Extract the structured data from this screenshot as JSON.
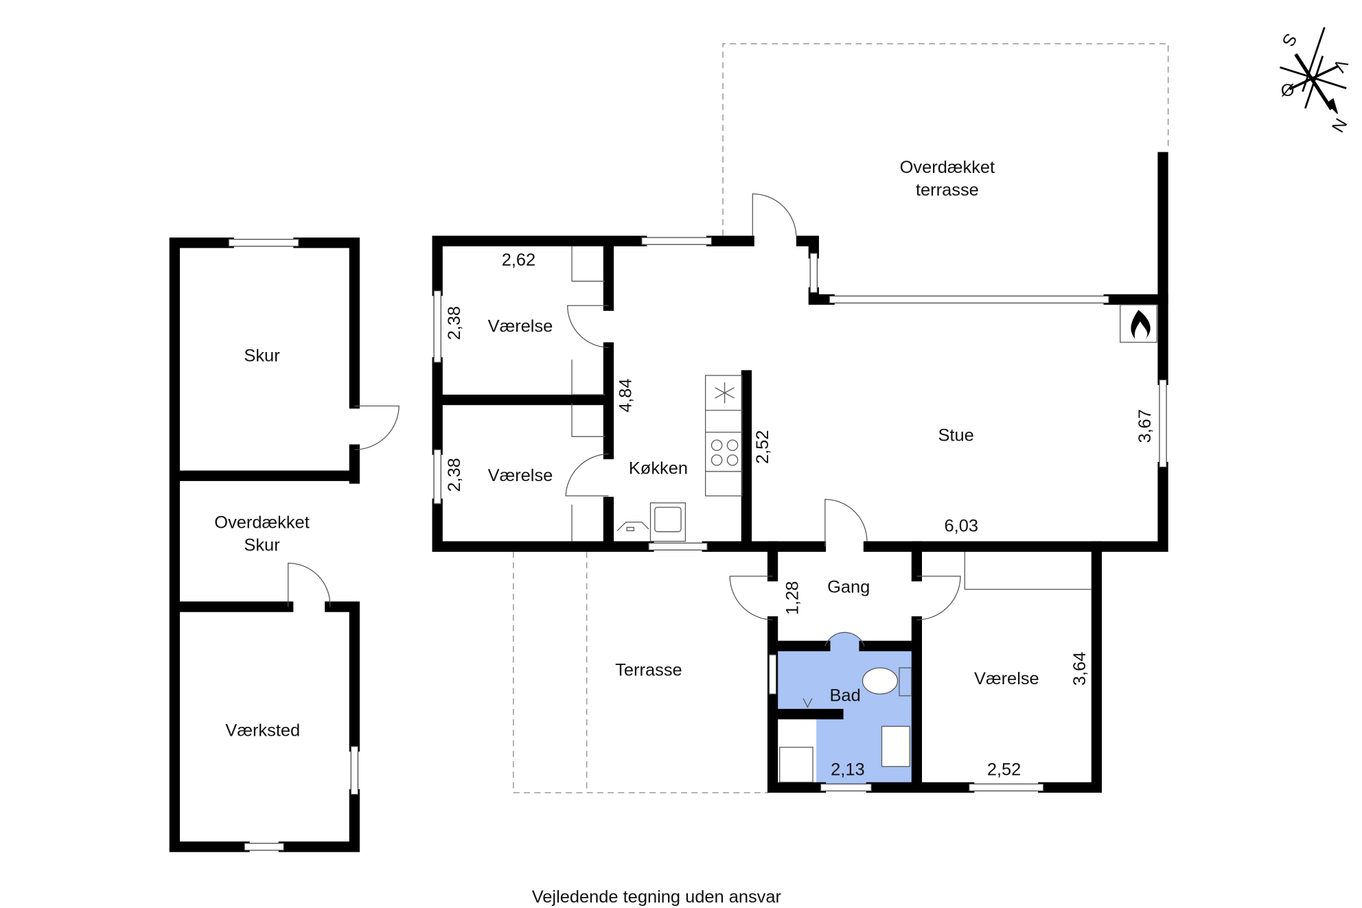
{
  "rooms": {
    "skur": "Skur",
    "overdaekket_skur_1": "Overdækket",
    "overdaekket_skur_2": "Skur",
    "vaerksted": "Værksted",
    "vaerelse_1": "Værelse",
    "vaerelse_2": "Værelse",
    "koekken": "Køkken",
    "stue": "Stue",
    "overdaekket_terrasse_1": "Overdækket",
    "overdaekket_terrasse_2": "terrasse",
    "terrasse": "Terrasse",
    "gang": "Gang",
    "bad": "Bad",
    "vaerelse_3": "Værelse"
  },
  "dimensions": {
    "v1_width": "2,62",
    "v1_height": "2,38",
    "v2_height": "2,38",
    "hall_length": "4,84",
    "kitchen": "2,52",
    "stue_height": "3,67",
    "stue_width": "6,03",
    "gang": "1,28",
    "bad": "2,13",
    "v3_width": "2,52",
    "v3_height": "3,64"
  },
  "compass": {
    "n": "N",
    "s": "S",
    "o": "Ø",
    "v": "V"
  },
  "caption": "Vejledende tegning uden ansvar",
  "colors": {
    "bath": "#a9c4f5"
  }
}
